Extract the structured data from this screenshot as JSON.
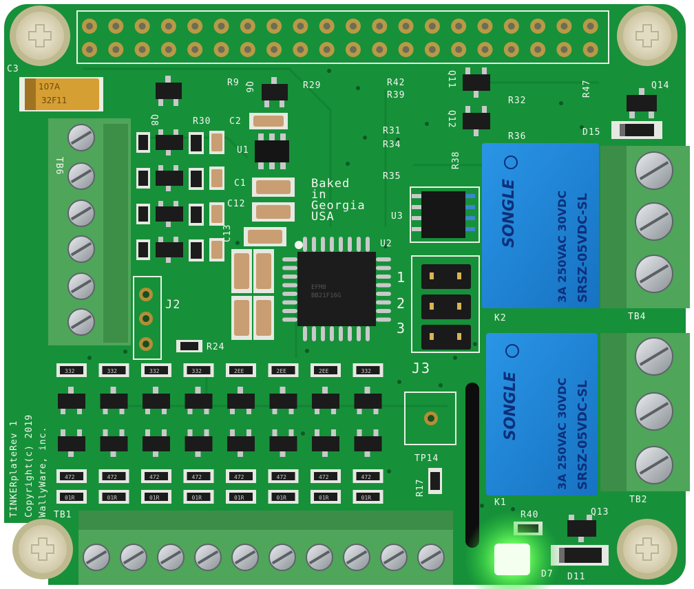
{
  "board": {
    "labels": {
      "c3": "C3",
      "tb6": "TB6",
      "r9": "R9",
      "q6": "Q6",
      "r29": "R29",
      "q8": "Q8",
      "r30": "R30",
      "c2": "C2",
      "u1": "U1",
      "c1": "C1",
      "c12": "C12",
      "c13": "C13",
      "j2": "J2",
      "r24": "R24",
      "u2": "U2",
      "r42": "R42",
      "r39": "R39",
      "q11": "Q11",
      "q12": "Q12",
      "r32": "R32",
      "r36": "R36",
      "r47": "R47",
      "q14": "Q14",
      "d15": "D15",
      "r31": "R31",
      "r34": "R34",
      "r35": "R35",
      "r38": "R38",
      "u3": "U3",
      "j3": "J3",
      "j3_pin1": "1",
      "j3_pin2": "2",
      "j3_pin3": "3",
      "k2": "K2",
      "tb4": "TB4",
      "k1": "K1",
      "tb2": "TB2",
      "tp14": "TP14",
      "r17": "R17",
      "r40": "R40",
      "q13": "Q13",
      "d7": "D7",
      "d11": "D11",
      "tb1": "TB1"
    },
    "baked": [
      "Baked",
      "in",
      "Georgia",
      "USA"
    ],
    "side_text": [
      "TINKERplateRev 1",
      "Copyright(c) 2019",
      "WallyWare, inc."
    ],
    "tantalum": {
      "line1": "107A",
      "line2": "32F11"
    },
    "relay": {
      "brand": "SONGLE",
      "rating": "3A 250VAC  30VDC",
      "model": "SRSZ-05VDC-SL"
    },
    "resistor_codes": {
      "row_top": [
        "332",
        "332",
        "332",
        "332",
        "2EE",
        "2EE",
        "2EE",
        "332"
      ],
      "row_a": [
        "472",
        "472",
        "472",
        "472",
        "472",
        "472",
        "472",
        "472"
      ],
      "row_b": [
        "01R",
        "01R",
        "01R",
        "01R",
        "01R",
        "01R",
        "01R",
        "01R"
      ]
    },
    "colors": {
      "pcb": "#17903a",
      "pcb_dark": "#0f6f2b",
      "terminal": "#4fa55a",
      "relay": "#1f86d6",
      "led": "#7dff70"
    }
  }
}
